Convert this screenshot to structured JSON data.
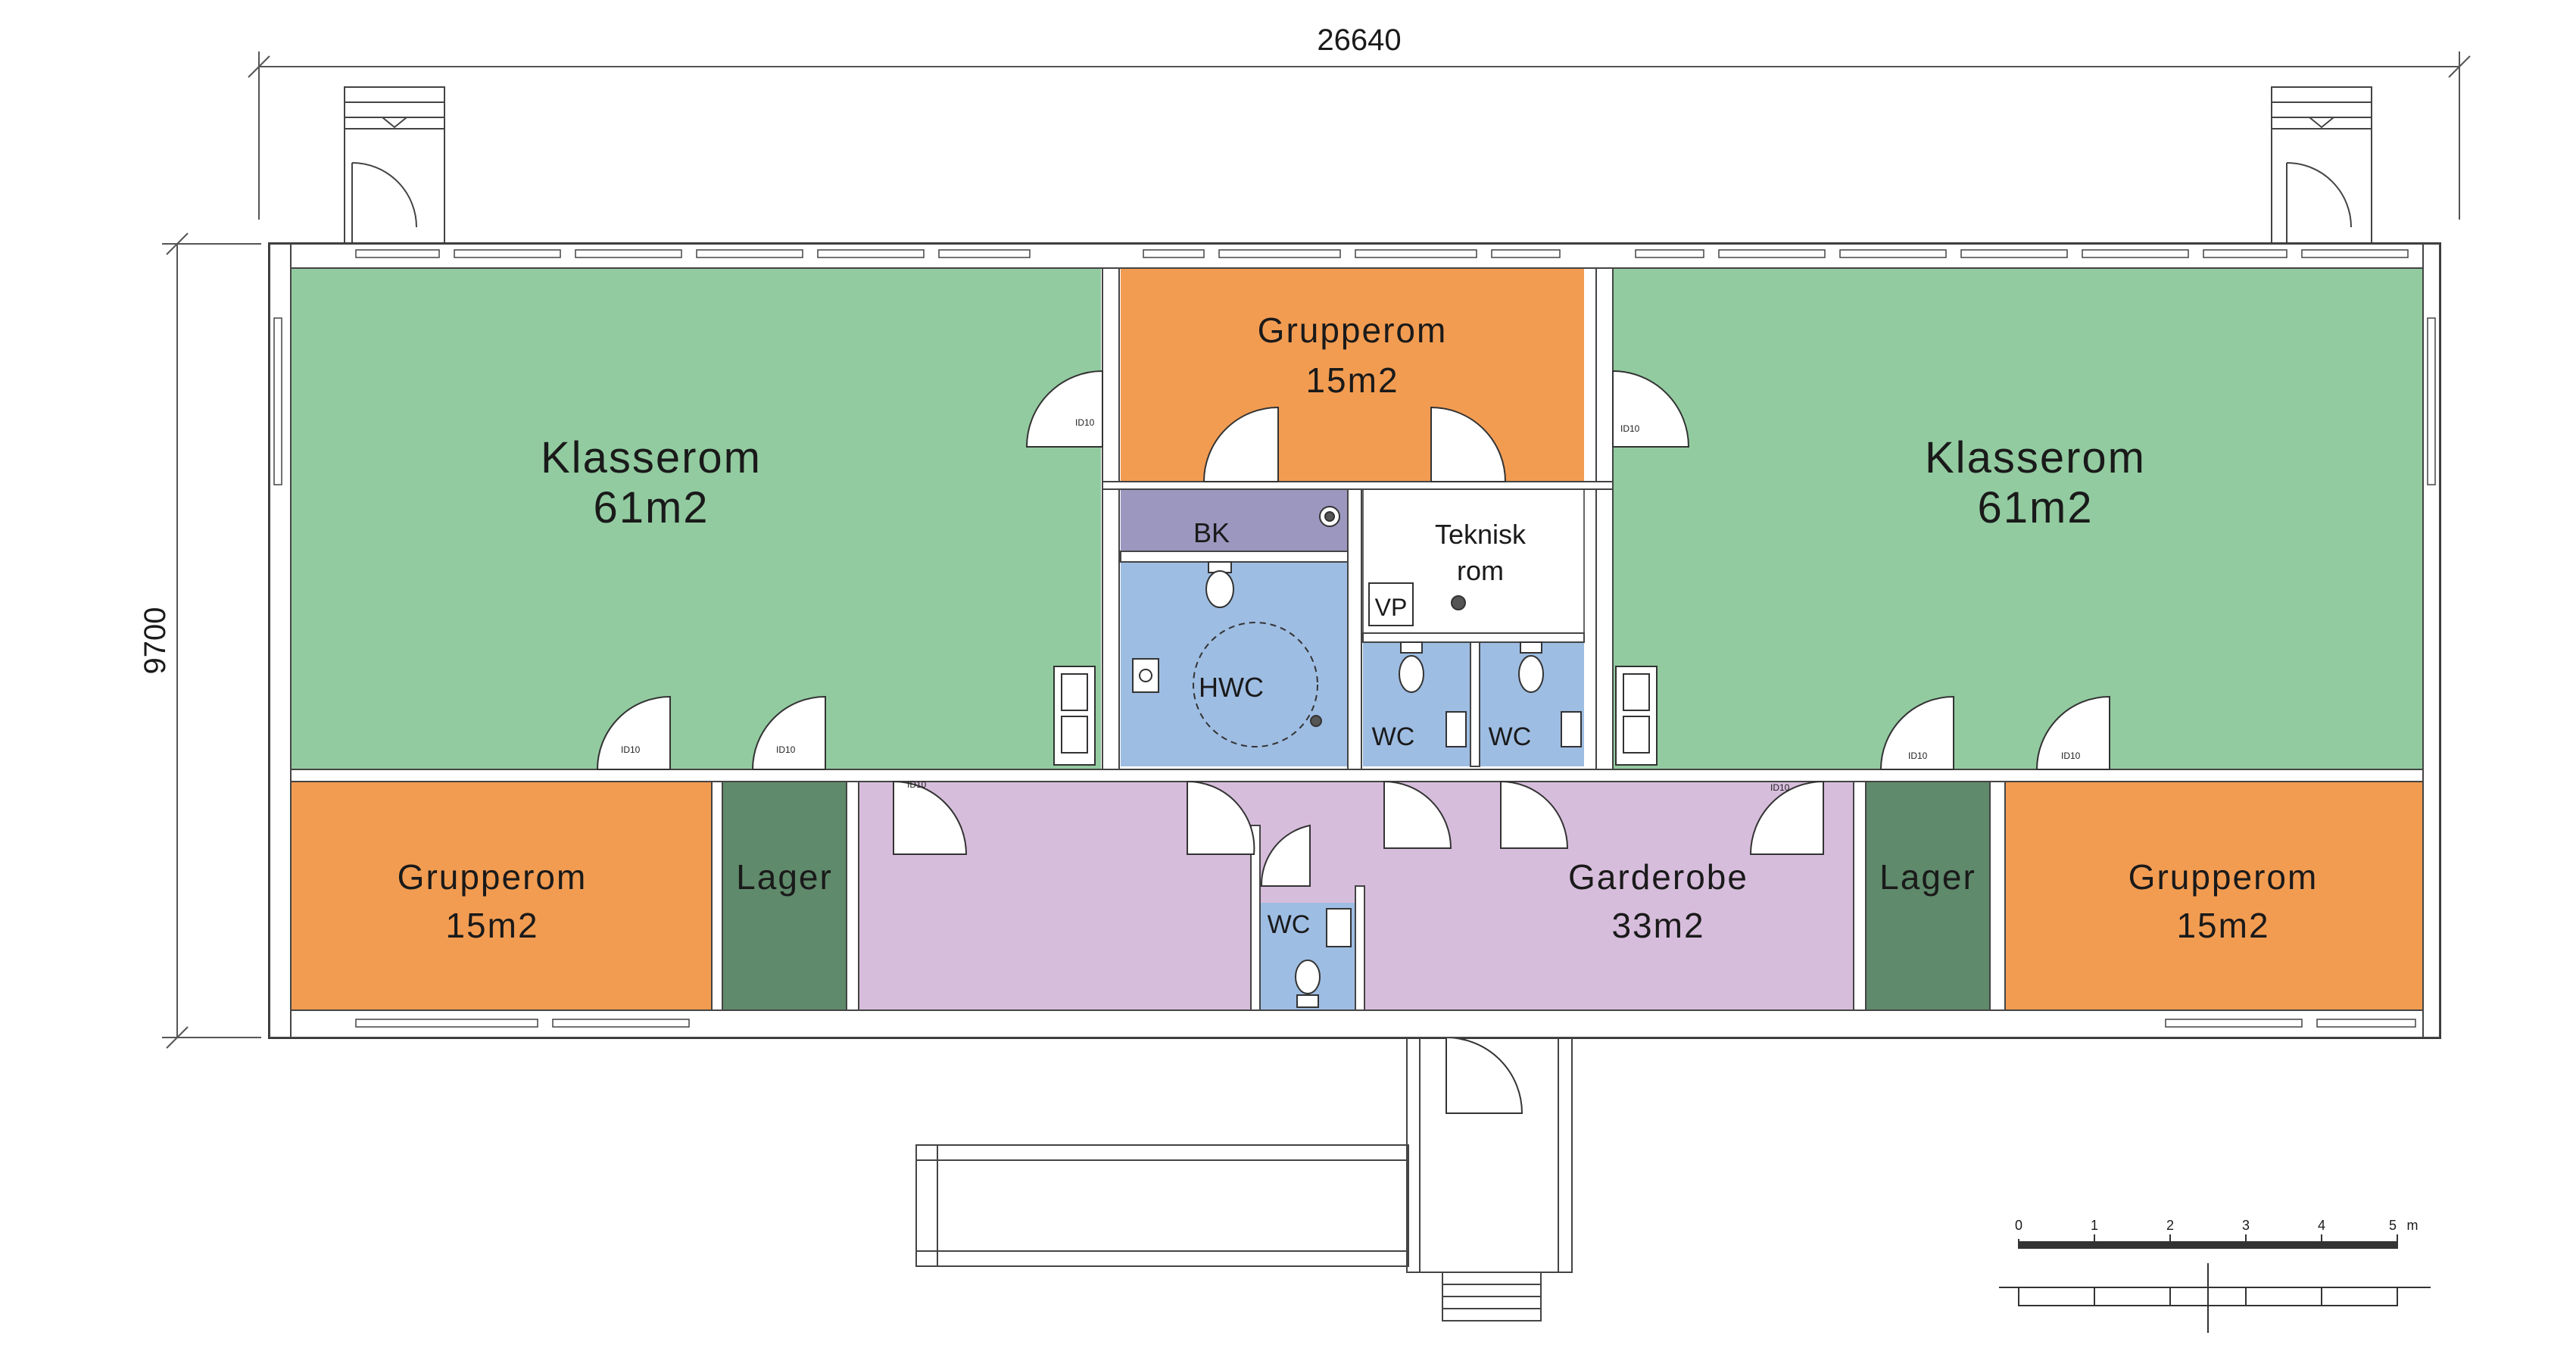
{
  "dimensions": {
    "width_label": "26640",
    "height_label": "9700"
  },
  "rooms": {
    "klasserom_left": {
      "name": "Klasserom",
      "area": "61m2",
      "color": "#92cba0"
    },
    "klasserom_right": {
      "name": "Klasserom",
      "area": "61m2",
      "color": "#92cba0"
    },
    "grupperom_top": {
      "name": "Grupperom",
      "area": "15m2",
      "color": "#f29c52"
    },
    "grupperom_left": {
      "name": "Grupperom",
      "area": "15m2",
      "color": "#f29c52"
    },
    "grupperom_right": {
      "name": "Grupperom",
      "area": "15m2",
      "color": "#f29c52"
    },
    "lager_left": {
      "name": "Lager",
      "color": "#5f8a6b"
    },
    "lager_right": {
      "name": "Lager",
      "color": "#5f8a6b"
    },
    "garderobe": {
      "name": "Garderobe",
      "area": "33m2",
      "color": "#d7bddc"
    },
    "bk": {
      "name": "BK",
      "color": "#9b97bf"
    },
    "teknisk_rom": {
      "name_line1": "Teknisk",
      "name_line2": "rom",
      "color": "#ffffff"
    },
    "vp": {
      "name": "VP"
    },
    "hwc": {
      "name": "HWC",
      "color": "#9ebde3"
    },
    "wc_1": {
      "name": "WC",
      "color": "#9ebde3"
    },
    "wc_2": {
      "name": "WC",
      "color": "#9ebde3"
    },
    "wc_3": {
      "name": "WC",
      "color": "#9ebde3"
    }
  },
  "door_tag": "ID10",
  "scale_bar": {
    "labels": [
      "0",
      "1",
      "2",
      "3",
      "4",
      "5"
    ],
    "unit": "m"
  },
  "colors": {
    "wall": "#ffffff",
    "wall_stroke": "#333333",
    "line": "#444444"
  }
}
